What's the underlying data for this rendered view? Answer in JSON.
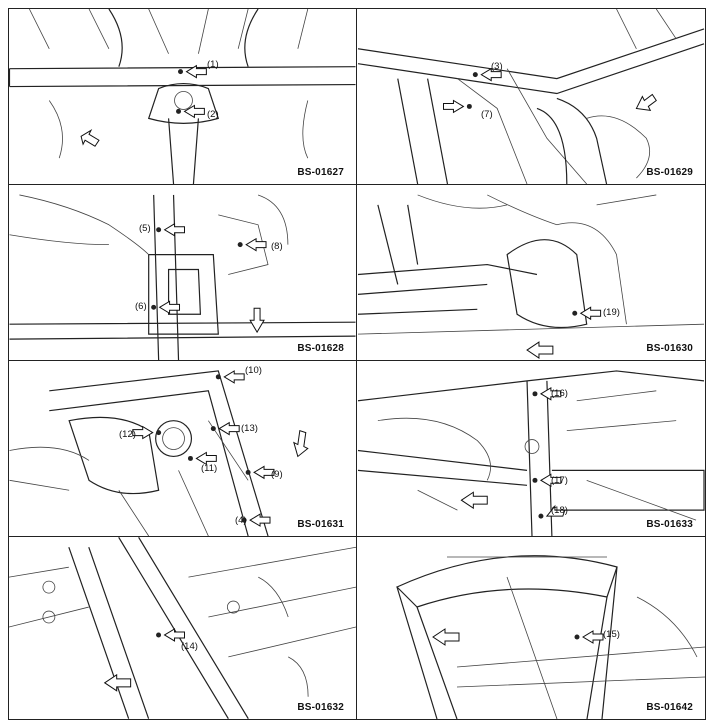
{
  "panels": [
    {
      "code": "BS-01627",
      "labels": [
        "(1)",
        "(2)"
      ]
    },
    {
      "code": "BS-01629",
      "labels": [
        "(3)",
        "(7)"
      ]
    },
    {
      "code": "BS-01628",
      "labels": [
        "(5)",
        "(8)",
        "(6)"
      ]
    },
    {
      "code": "BS-01630",
      "labels": [
        "(19)"
      ]
    },
    {
      "code": "BS-01631",
      "labels": [
        "(10)",
        "(12)",
        "(13)",
        "(11)",
        "(9)",
        "(4)"
      ]
    },
    {
      "code": "BS-01633",
      "labels": [
        "(16)",
        "(17)",
        "(18)"
      ]
    },
    {
      "code": "BS-01632",
      "labels": [
        "(14)"
      ]
    },
    {
      "code": "BS-01642",
      "labels": [
        "(15)"
      ]
    }
  ],
  "colors": {
    "line": "#222222",
    "background": "#ffffff"
  }
}
